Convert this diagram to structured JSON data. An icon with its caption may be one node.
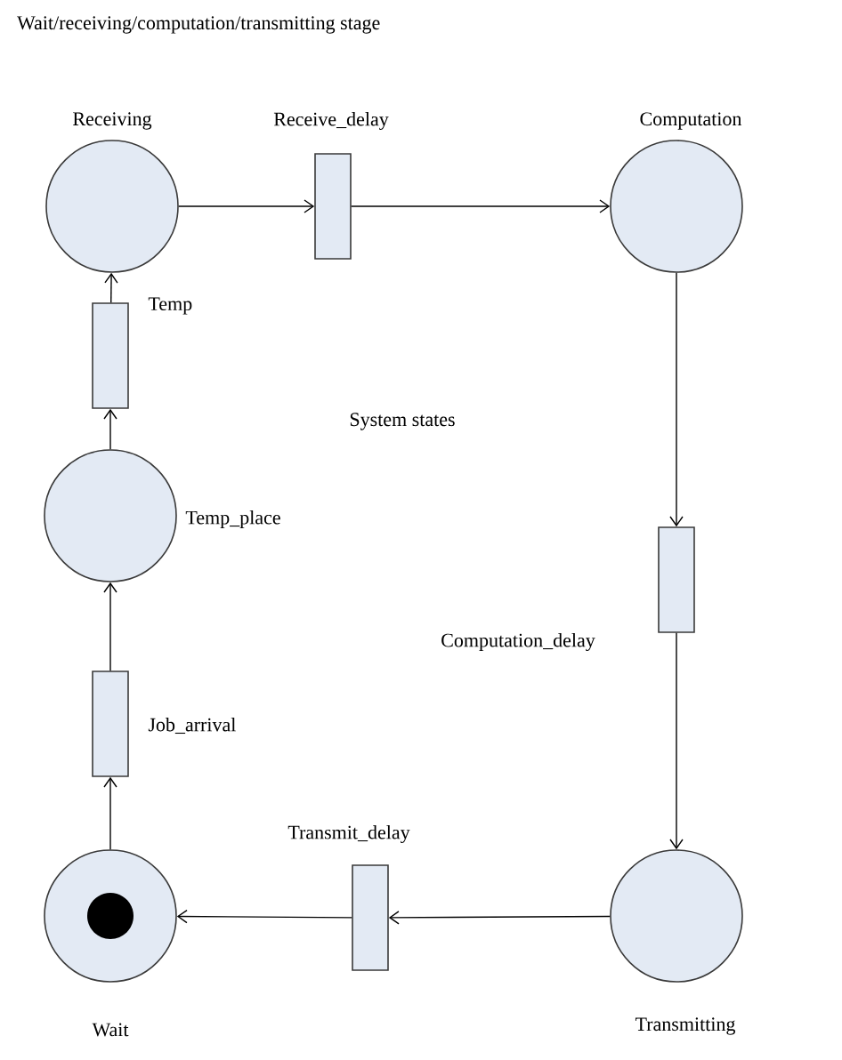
{
  "diagram": {
    "title": "Wait/receiving/computation/transmitting stage",
    "nodes": [
      {
        "text": [
          "Receiving"
        ]
      },
      {
        "text": [
          "Receive_delay"
        ]
      },
      {
        "text": [
          "Computation"
        ]
      },
      {
        "text": [
          "Computation_delay"
        ]
      },
      {
        "text": [
          "Transmitting"
        ]
      },
      {
        "text": [
          "Transmit_delay"
        ]
      },
      {
        "text": [
          "Wait"
        ]
      },
      {
        "text": [
          "Job_arrival"
        ]
      },
      {
        "text": [
          "Temp_place"
        ]
      },
      {
        "text": [
          "Temp"
        ]
      }
    ],
    "edges": [
      {
        "from": 0,
        "to": 1,
        "arrow": "to"
      },
      {
        "from": 1,
        "to": 2,
        "arrow": "to"
      },
      {
        "from": 2,
        "to": 3,
        "arrow": "to"
      },
      {
        "from": 3,
        "to": 4,
        "arrow": "to"
      },
      {
        "from": 4,
        "to": 5,
        "arrow": "to"
      },
      {
        "from": 5,
        "to": 6,
        "arrow": "to"
      },
      {
        "from": 6,
        "to": 7,
        "arrow": "to"
      },
      {
        "from": 7,
        "to": 8,
        "arrow": "to"
      },
      {
        "from": 8,
        "to": 9,
        "arrow": "to"
      },
      {
        "from": 9,
        "to": 0,
        "arrow": "to"
      }
    ],
    "labels": [
      "System states"
    ]
  }
}
